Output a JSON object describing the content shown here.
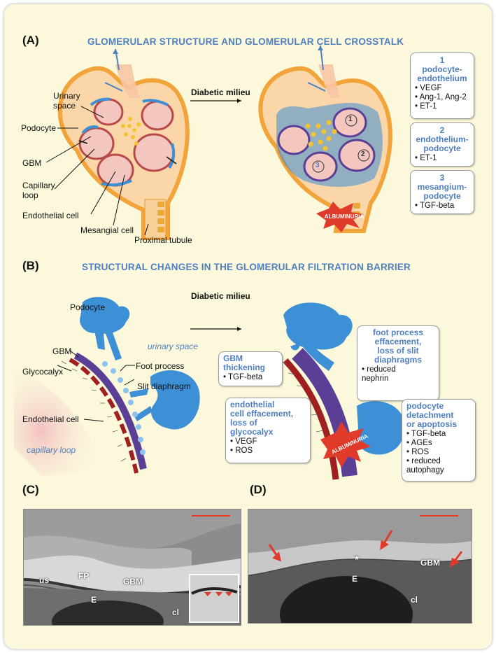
{
  "panel_a": {
    "label": "(A)",
    "title": "GLOMERULAR STRUCTURE AND GLOMERULAR CELL CROSSTALK",
    "milieu": "Diabetic milieu",
    "labels": {
      "urinary_space": "Urinary\nspace",
      "podocyte": "Podocyte",
      "gbm": "GBM",
      "capillary_loop": "Capillary\nloop",
      "endothelial_cell": "Endothelial cell",
      "mesangial_cell": "Mesangial cell",
      "proximal_tubule": "Proximal tubule"
    },
    "albuminuria": "ALBUMINURIA",
    "markers": [
      "1",
      "2",
      "3"
    ],
    "boxes": [
      {
        "num": "1",
        "title": "podocyte-\nendothelium",
        "items": [
          "VEGF",
          "Ang-1, Ang-2",
          "ET-1"
        ]
      },
      {
        "num": "2",
        "title": "endothelium-\npodocyte",
        "items": [
          "ET-1"
        ]
      },
      {
        "num": "3",
        "title": "mesangium-\npodocyte",
        "items": [
          "TGF-beta"
        ]
      }
    ]
  },
  "panel_b": {
    "label": "(B)",
    "title": "STRUCTURAL CHANGES IN THE GLOMERULAR FILTRATION BARRIER",
    "milieu": "Diabetic milieu",
    "labels": {
      "podocyte": "Podocyte",
      "gbm": "GBM",
      "foot_process": "Foot process",
      "slit_diaphragm": "Slit diaphragm",
      "glycocalyx": "Glycocalyx",
      "endothelial_cell": "Endothelial cell",
      "urinary_space": "urinary space",
      "capillary_loop": "capillary loop"
    },
    "albuminuria": "ALBUMINURIA",
    "boxes": {
      "gbm": {
        "title": "GBM\nthickening",
        "items": [
          "TGF-beta"
        ]
      },
      "foot": {
        "title": "foot process\neffacement,\nloss of slit\ndiaphragms",
        "items": [
          "reduced\nnephrin"
        ]
      },
      "endo": {
        "title": "endothelial\ncell effacement,\nloss of\nglycocalyx",
        "items": [
          "VEGF",
          "ROS"
        ]
      },
      "podo": {
        "title": "podocyte\ndetachment\nor apoptosis",
        "items": [
          "TGF-beta",
          "AGEs",
          "ROS",
          "reduced\nautophagy"
        ]
      }
    }
  },
  "panel_c": {
    "label": "(C)",
    "em_labels": {
      "us": "us",
      "fp": "FP",
      "gbm": "GBM",
      "e": "E",
      "cl": "cl"
    }
  },
  "panel_d": {
    "label": "(D)",
    "em_labels": {
      "star": "*",
      "gbm": "GBM",
      "e": "E",
      "cl": "cl"
    }
  },
  "colors": {
    "background": "#fbf8dc",
    "title_blue": "#4f7fc0",
    "podocyte_blue": "#3d8fd6",
    "capillary_red": "#b84a4a",
    "gbm_purple": "#5b3f96",
    "capsule_orange": "#f2a33a",
    "albuminuria_red": "#e03a2a"
  }
}
